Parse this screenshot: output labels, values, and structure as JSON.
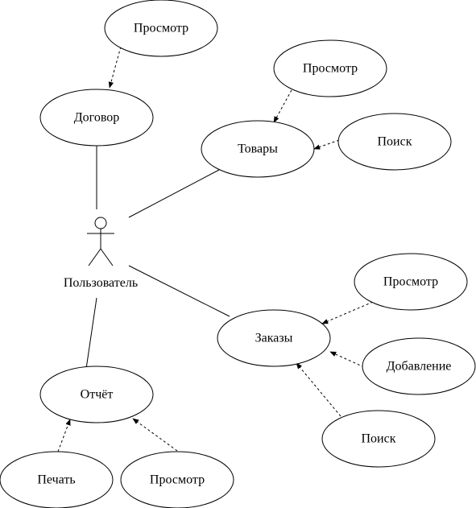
{
  "actor": {
    "label": "Пользователь"
  },
  "use_cases": {
    "dogovor": "Договор",
    "dogovor_view": "Просмотр",
    "tovary": "Товары",
    "tovary_view": "Просмотр",
    "tovary_search": "Поиск",
    "zakazy": "Заказы",
    "zakazy_view": "Просмотр",
    "zakazy_add": "Добавление",
    "zakazy_search": "Поиск",
    "otchet": "Отчёт",
    "otchet_print": "Печать",
    "otchet_view": "Просмотр"
  }
}
